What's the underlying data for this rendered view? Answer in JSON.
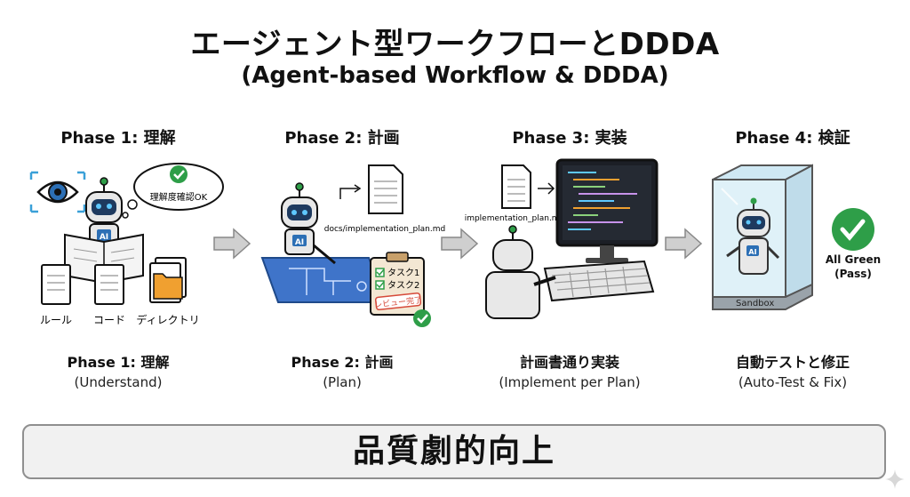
{
  "title": "エージェント型ワークフローとDDDA",
  "subtitle": "(Agent-based Workflow & DDDA)",
  "phases": [
    {
      "heading": "Phase 1: 理解",
      "caption_main": "Phase 1: 理解",
      "caption_sub": "(Understand)",
      "bubble": "理解度確認OK",
      "ai_label": "AI",
      "doc_labels": [
        "ルール",
        "コード",
        "ディレクトリ"
      ]
    },
    {
      "heading": "Phase 2: 計画",
      "caption_main": "Phase 2: 計画",
      "caption_sub": "(Plan)",
      "file_label": "docs/implementation_plan.md",
      "ai_label": "AI",
      "tasks": [
        "タスク1",
        "タスク2"
      ],
      "stamp": "レビュー完了"
    },
    {
      "heading": "Phase 3: 実装",
      "caption_main": "計画書通り実装",
      "caption_sub": "(Implement per Plan)",
      "file_label": "implementation_plan.md"
    },
    {
      "heading": "Phase 4: 検証",
      "caption_main": "自動テストと修正",
      "caption_sub": "(Auto-Test & Fix)",
      "box_label": "Sandbox",
      "status_label": "All Green (Pass)",
      "ai_label": "AI"
    }
  ],
  "banner": "品質劇的向上",
  "colors": {
    "ai_blue": "#2c6fb5",
    "check_green": "#2e9e48",
    "blueprint": "#3f74c9",
    "folder_orange": "#f0a030"
  }
}
